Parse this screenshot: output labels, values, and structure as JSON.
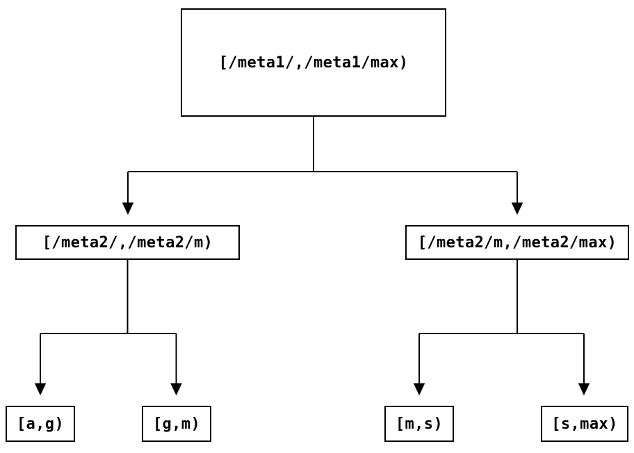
{
  "tree": {
    "root": {
      "label": "[/meta1/,/meta1/max)",
      "children": [
        {
          "label": "[/meta2/,/meta2/m)",
          "children": [
            {
              "label": "[a,g)"
            },
            {
              "label": "[g,m)"
            }
          ]
        },
        {
          "label": "[/meta2/m,/meta2/max)",
          "children": [
            {
              "label": "[m,s)"
            },
            {
              "label": "[s,max)"
            }
          ]
        }
      ]
    }
  },
  "colors": {
    "background": "#ffffff",
    "line": "#000000",
    "box_border": "#000000",
    "text": "#000000"
  }
}
